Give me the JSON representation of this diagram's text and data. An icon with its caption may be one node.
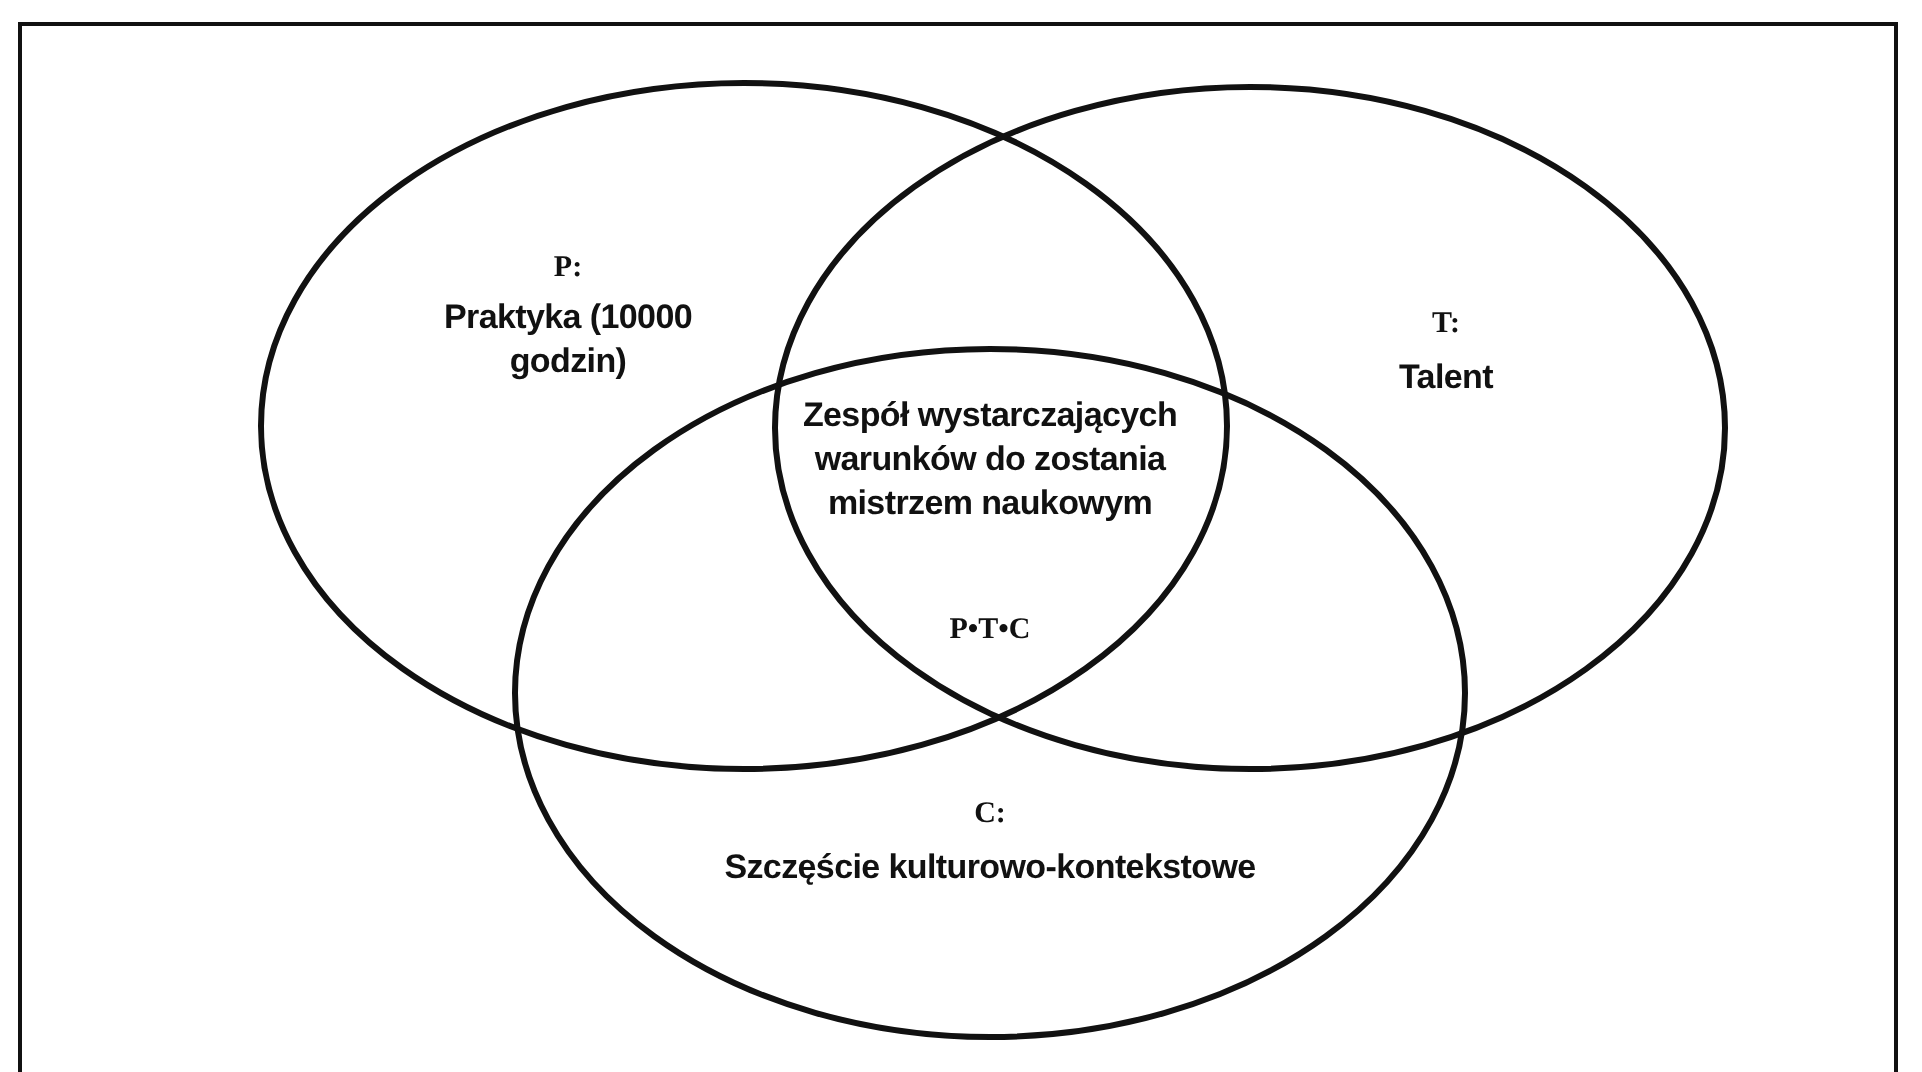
{
  "diagram": {
    "nodes": [
      {
        "text": [
          "P:",
          "Praktyka (10000 godzin)"
        ]
      },
      {
        "text": [
          "T:",
          "Talent"
        ]
      },
      {
        "text": [
          "C:",
          "Szczęście kulturowo-kontekstowe"
        ]
      }
    ],
    "labels": [
      "Zespół wystarczających warunków do zostania mistrzem naukowym",
      "P•T•C"
    ]
  }
}
